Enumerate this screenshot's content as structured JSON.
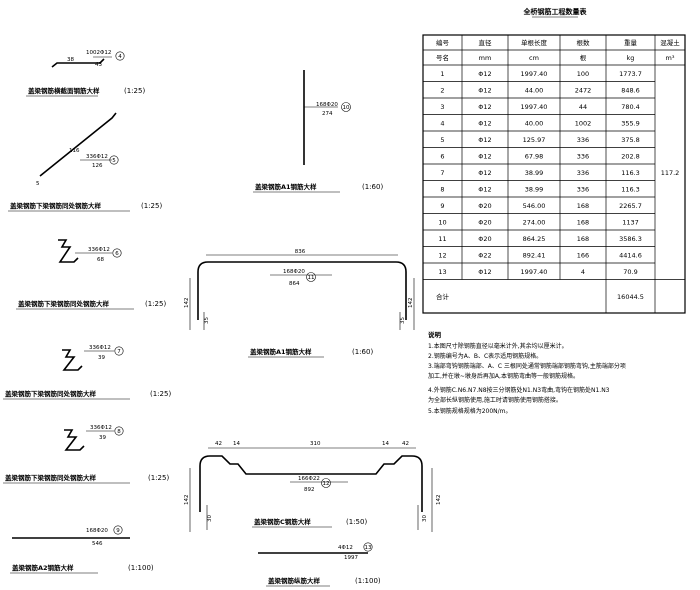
{
  "table": {
    "title": "全桥钢筋工程数量表",
    "headers": [
      [
        "编号",
        "直径",
        "单根长度",
        "根数",
        "重量",
        "混凝土"
      ],
      [
        "号名",
        "mm",
        "cm",
        "根",
        "kg",
        "m³"
      ]
    ],
    "rows": [
      [
        "1",
        "Φ12",
        "1997.40",
        "100",
        "1773.7"
      ],
      [
        "2",
        "Φ12",
        "44.00",
        "2472",
        "848.6"
      ],
      [
        "3",
        "Φ12",
        "1997.40",
        "44",
        "780.4"
      ],
      [
        "4",
        "Φ12",
        "40.00",
        "1002",
        "355.9"
      ],
      [
        "5",
        "Φ12",
        "125.97",
        "336",
        "375.8"
      ],
      [
        "6",
        "Φ12",
        "67.98",
        "336",
        "202.8"
      ],
      [
        "7",
        "Φ12",
        "38.99",
        "336",
        "116.3"
      ],
      [
        "8",
        "Φ12",
        "38.99",
        "336",
        "116.3"
      ],
      [
        "9",
        "Φ20",
        "546.00",
        "168",
        "2265.7"
      ],
      [
        "10",
        "Φ20",
        "274.00",
        "168",
        "1137"
      ],
      [
        "11",
        "Φ20",
        "864.25",
        "168",
        "3586.3"
      ],
      [
        "12",
        "Φ22",
        "892.41",
        "166",
        "4414.6"
      ],
      [
        "13",
        "Φ12",
        "1997.40",
        "4",
        "70.9"
      ]
    ],
    "concrete_total": "117.2",
    "total_label": "合计",
    "total_weight": "16044.5"
  },
  "notes": {
    "heading": "说明",
    "lines": [
      "1.本图尺寸除钢筋直径以毫米计外,其余均以厘米计。",
      "2.钢筋编号为A、B、C表示适用钢筋规格。",
      "3.端部弯钩钢筋端部、A、C 三根同处通常钢筋端部钢筋弯钩,主筋端部分项",
      "加工,并在墩~墩身后再加A,本钢筋弯曲等一般钢筋规格。",
      "4.外钢筋C.N6.N7.N8按三分钢筋处N1.N3弯曲,弯钩在钢筋处N1.N3",
      "为全部长纵钢筋使用,施工时请钢筋使用钢筋搭接。",
      "5.本钢筋规格规格为200N/m。"
    ]
  },
  "details": [
    {
      "label": "盖梁钢筋横截面钢筋大样",
      "scale": "(1:25)",
      "mark": "1002Φ12",
      "num": "4",
      "dims": [
        "38",
        "43"
      ]
    },
    {
      "label": "盖梁钢筋下梁钢筋同处钢筋大样",
      "scale": "(1:25)",
      "mark": "336Φ12",
      "num": "5",
      "dims": [
        "5",
        "116",
        "126"
      ]
    },
    {
      "label": "盖梁钢筋下梁钢筋同处钢筋大样",
      "scale": "(1:25)",
      "mark": "336Φ12",
      "num": "6",
      "dims": [
        "68"
      ]
    },
    {
      "label": "盖梁钢筋下梁钢筋同处钢筋大样",
      "scale": "(1:25)",
      "mark": "336Φ12",
      "num": "7",
      "dims": [
        "39"
      ]
    },
    {
      "label": "盖梁钢筋下梁钢筋同处钢筋大样",
      "scale": "(1:25)",
      "mark": "336Φ12",
      "num": "8",
      "dims": [
        "39"
      ]
    },
    {
      "label": "盖梁钢筋A2钢筋大样",
      "scale": "(1:100)",
      "mark": "168Φ20",
      "num": "9",
      "dims": [
        "546"
      ]
    },
    {
      "label": "盖梁钢筋A1钢筋大样",
      "scale": "(1:60)",
      "mark": "168Φ20",
      "num": "10",
      "dims": [
        "274"
      ]
    },
    {
      "label": "盖梁钢筋A1钢筋大样",
      "scale": "(1:60)",
      "mark": "168Φ20",
      "num": "11",
      "dims": [
        "864",
        "836",
        "142",
        "35"
      ]
    },
    {
      "label": "盖梁钢筋C钢筋大样",
      "scale": "(1:50)",
      "mark": "166Φ22",
      "num": "12",
      "dims": [
        "892",
        "42",
        "14",
        "310",
        "14",
        "42",
        "142",
        "30"
      ]
    },
    {
      "label": "盖梁钢筋纵筋大样",
      "scale": "(1:100)",
      "mark": "4Φ12",
      "num": "13",
      "dims": [
        "1997"
      ]
    }
  ]
}
